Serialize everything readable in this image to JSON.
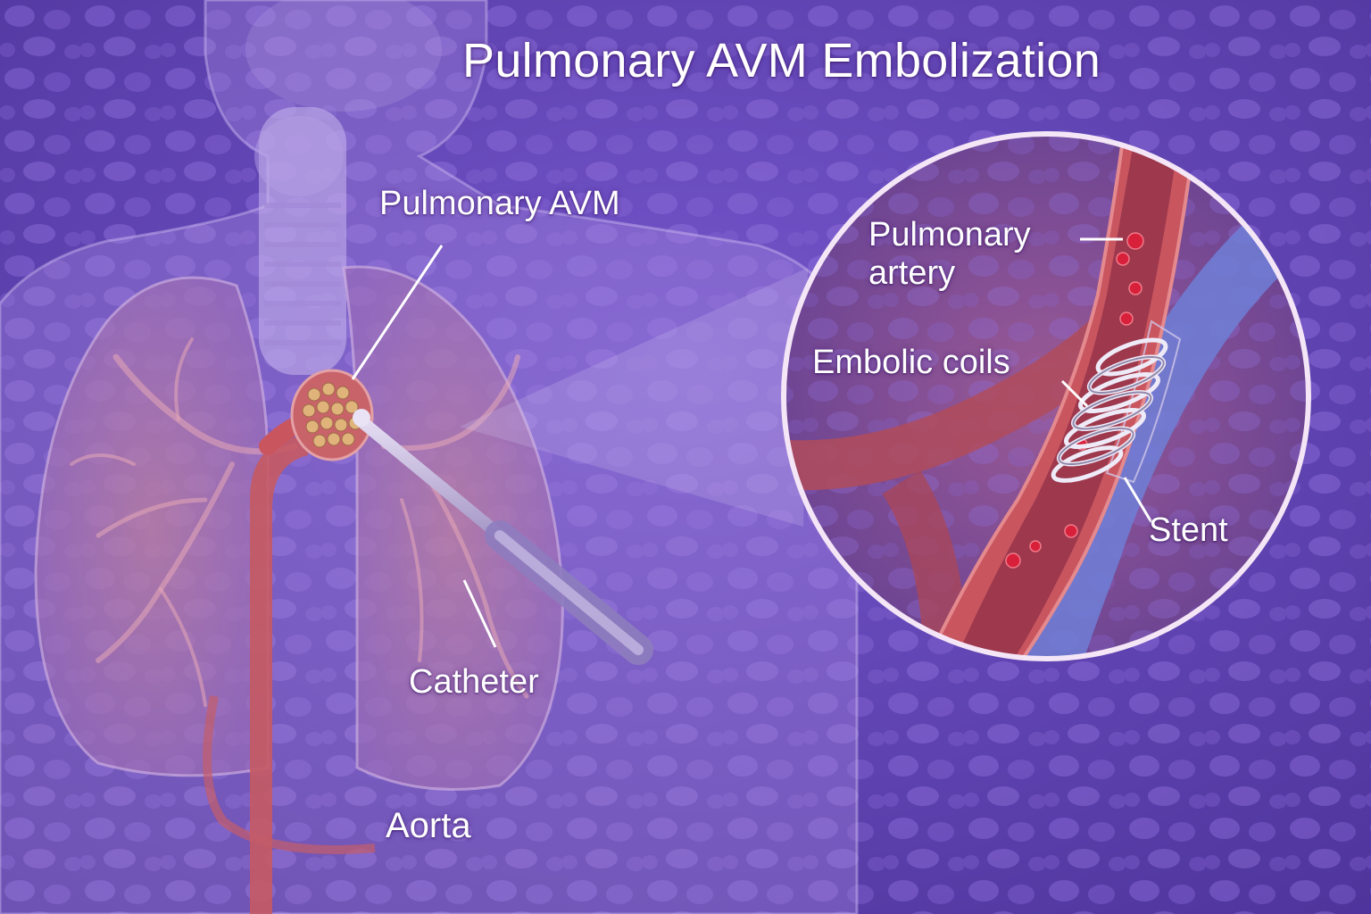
{
  "title": "Pulmonary AVM Embolization",
  "labels": {
    "pulmonary_avm": "Pulmonary AVM",
    "catheter": "Catheter",
    "aorta": "Aorta",
    "pulmonary_artery": "Pulmonary\nartery",
    "embolic_coils": "Embolic coils",
    "stent": "Stent"
  },
  "colors": {
    "background": "#6a4cc2",
    "tissue": "#8f66d4",
    "lung": "#b07ab8",
    "artery": "#c9555f",
    "vein": "#6f7fd6",
    "blood_cell": "#d8203a",
    "coil": "#e9e6f3",
    "inset_ring": "#f4e6f6"
  }
}
